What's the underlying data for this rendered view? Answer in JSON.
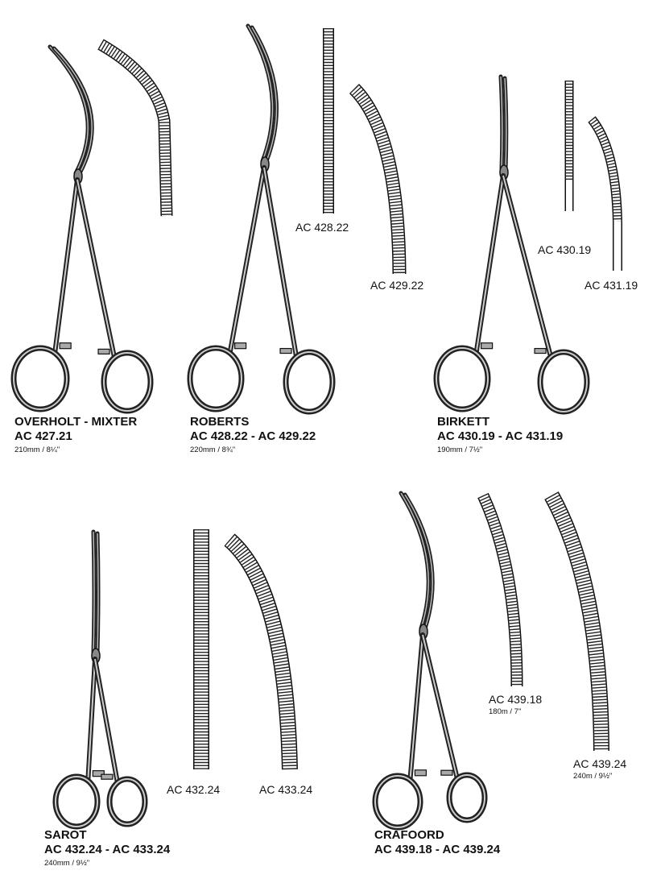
{
  "products": [
    {
      "name": "OVERHOLT - MIXTER",
      "codes": "AC 427.21",
      "size": "210mm / 8¼\""
    },
    {
      "name": "ROBERTS",
      "codes": "AC 428.22 - AC 429.22",
      "size": "220mm / 8¾\""
    },
    {
      "name": "BIRKETT",
      "codes": "AC 430.19 - AC 431.19",
      "size": "190mm / 7½\""
    },
    {
      "name": "SAROT",
      "codes": "AC 432.24 - AC 433.24",
      "size": "240mm / 9½\""
    },
    {
      "name": "CRAFOORD",
      "codes": "AC 439.18 - AC 439.24"
    }
  ],
  "jaw_labels": {
    "ac42822": "AC 428.22",
    "ac42922": "AC 429.22",
    "ac43019": "AC 430.19",
    "ac43119": "AC 431.19",
    "ac43224": "AC 432.24",
    "ac43324": "AC 433.24",
    "ac43918": "AC 439.18",
    "ac43918_size": "180m / 7\"",
    "ac43924": "AC 439.24",
    "ac43924_size": "240m / 9½\""
  }
}
